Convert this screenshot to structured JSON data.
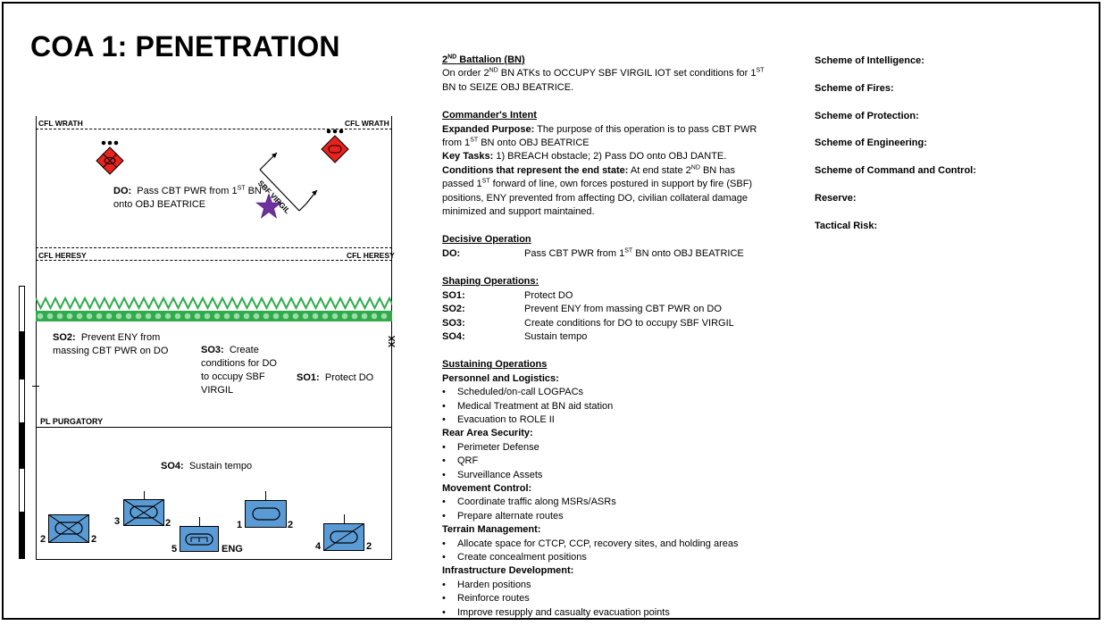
{
  "title": "COA 1: PENETRATION",
  "map": {
    "cfl_wrath_left": "CFL WRATH",
    "cfl_wrath_right": "CFL WRATH",
    "cfl_heresy_left": "CFL HERESY",
    "cfl_heresy_right": "CFL HERESY",
    "pl_purgatory": "PL PURGATORY",
    "sbf_label": "SBF VIRGIL",
    "do_label": "DO:",
    "do_text_a": "Pass CBT PWR from 1",
    "do_sup": "ST",
    "do_text_b": " BN",
    "do_text_c": "onto OBJ BEATRICE",
    "so2_label": "SO2:",
    "so2_text_a": "Prevent ENY from",
    "so2_text_b": "massing CBT PWR on DO",
    "so3_label": "SO3:",
    "so3_text_a": "Create",
    "so3_text_b": "conditions for DO",
    "so3_text_c": "to occupy SBF",
    "so3_text_d": "VIRGIL",
    "so1_label": "SO1:",
    "so1_text": "Protect DO",
    "so4_label": "SO4:",
    "so4_text": "Sustain tempo",
    "boundary": "XX",
    "unit_labels": [
      "2",
      "2",
      "3",
      "2",
      "5",
      "ENG",
      "1",
      "2",
      "4",
      "2"
    ]
  },
  "mid": {
    "bn_heading_a": "2",
    "bn_heading_sup": "ND",
    "bn_heading_b": " Battalion (BN)",
    "bn_line1_a": "On order 2",
    "bn_line1_sup": "ND",
    "bn_line1_b": " BN ATKs to OCCUPY SBF VIRGIL IOT set conditions for 1",
    "bn_line1_sup2": "ST",
    "bn_line2": "BN to SEIZE OBJ BEATRICE.",
    "ci_heading": "Commander's Intent",
    "ep_label": "Expanded Purpose:",
    "ep_text_a": " The purpose of this operation is to pass CBT PWR",
    "ep_text_b": "from 1",
    "ep_sup": "ST",
    "ep_text_c": " BN onto OBJ BEATRICE",
    "kt_label": "Key Tasks:",
    "kt_text": " 1) BREACH obstacle; 2) Pass DO onto OBJ DANTE.",
    "cond_label": "Conditions that represent the end state:",
    "cond_text_a": "  At end state 2",
    "cond_sup": "ND",
    "cond_text_b": " BN has",
    "cond_line2_a": "passed 1",
    "cond_line2_sup": "ST",
    "cond_line2_b": " forward of  line, own forces postured in support by fire (SBF)",
    "cond_line3": "positions, ENY prevented from affecting DO, civilian collateral damage",
    "cond_line4": "minimized and support maintained.",
    "dec_heading": "Decisive Operation",
    "dec_key": "DO:",
    "dec_val_a": "Pass CBT PWR from 1",
    "dec_sup": "ST",
    "dec_val_b": " BN onto OBJ BEATRICE",
    "shape_heading": "Shaping Operations:",
    "shape_rows": [
      {
        "k": "SO1:",
        "v": "Protect DO"
      },
      {
        "k": "SO2:",
        "v": "Prevent ENY from massing CBT PWR on DO"
      },
      {
        "k": "SO3:",
        "v": "Create conditions for DO to occupy SBF VIRGIL"
      },
      {
        "k": "SO4:",
        "v": "Sustain tempo"
      }
    ],
    "sust_heading": "Sustaining Operations",
    "sust_groups": [
      {
        "title": "Personnel and Logistics:",
        "items": [
          "Scheduled/on-call LOGPACs",
          "Medical Treatment at BN aid station",
          "Evacuation to ROLE II"
        ]
      },
      {
        "title": "Rear Area Security:",
        "items": [
          "Perimeter Defense",
          "QRF",
          "Surveillance Assets"
        ]
      },
      {
        "title": "Movement Control:",
        "items": [
          "Coordinate traffic along MSRs/ASRs",
          "Prepare alternate routes"
        ]
      },
      {
        "title": "Terrain Management:",
        "items": [
          "Allocate space for CTCP, CCP, recovery sites, and holding areas",
          "Create concealment positions"
        ]
      },
      {
        "title": "Infrastructure Development:",
        "items": [
          "Harden positions",
          "Reinforce routes",
          "Improve resupply and casualty evacuation points"
        ]
      }
    ]
  },
  "right": [
    "Scheme of Intelligence:",
    "Scheme of Fires:",
    "Scheme of Protection:",
    "Scheme of Engineering:",
    "Scheme of Command and Control:",
    "Reserve:",
    "Tactical Risk:"
  ],
  "colors": {
    "unit_fill": "#5b9bd5",
    "enemy_red": "#e8231e",
    "obstacle_green": "#2eac4a",
    "objective_purple": "#7030a0"
  }
}
